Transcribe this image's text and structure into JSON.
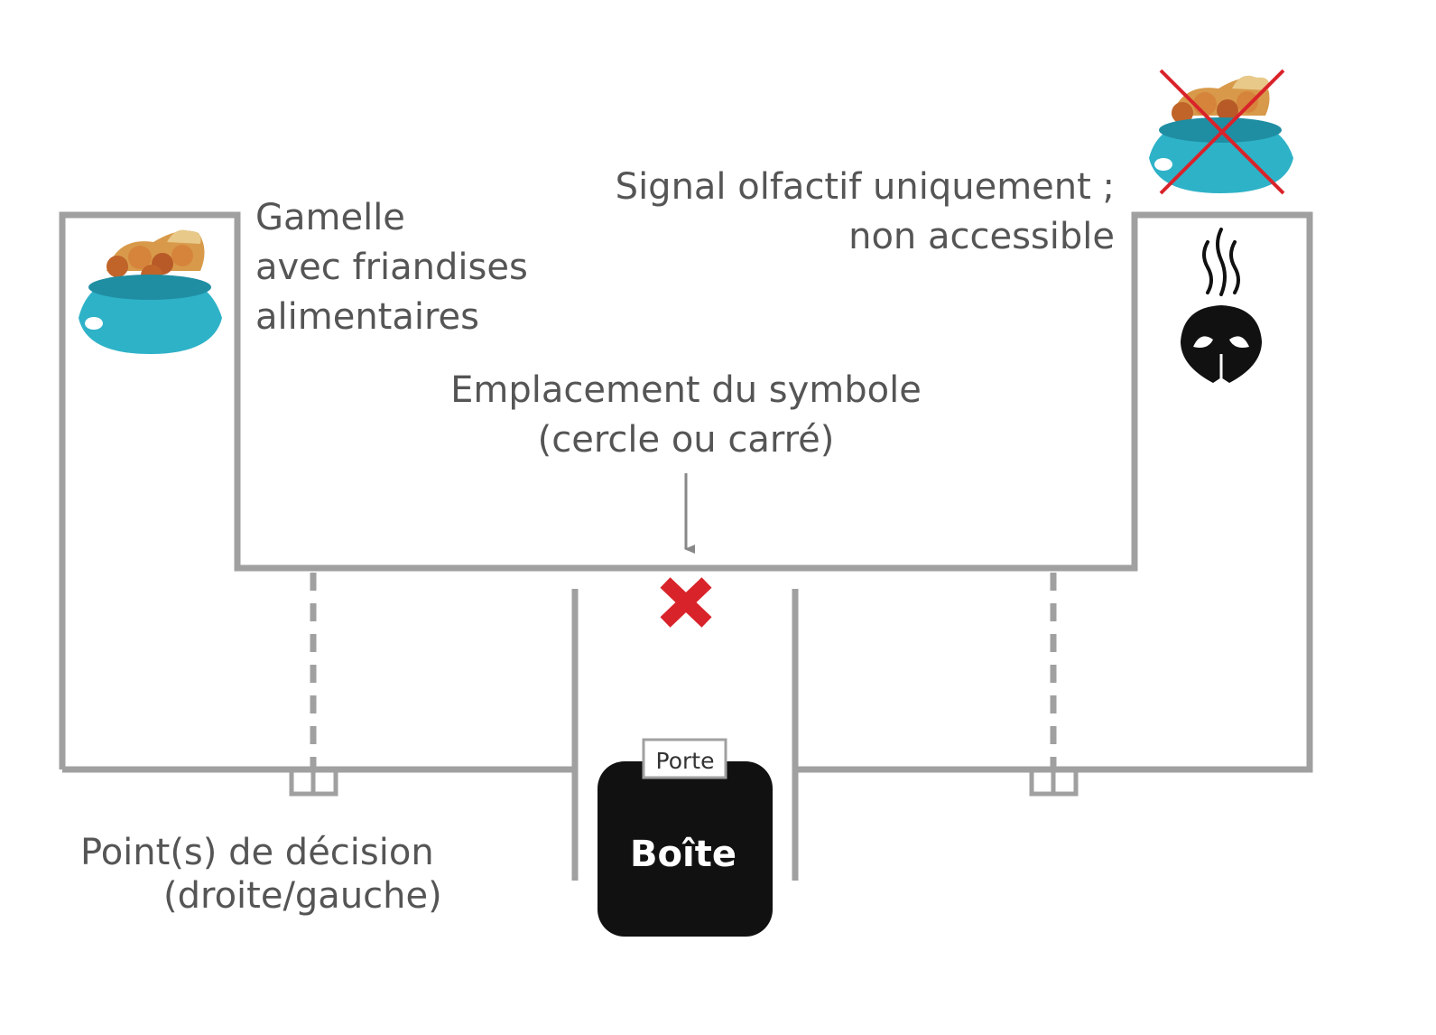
{
  "labels": {
    "bowl_food": [
      "Gamelle",
      "avec friandises",
      "alimentaires"
    ],
    "olfactory": [
      "Signal olfactif uniquement ;",
      "non accessible"
    ],
    "symbol_location": [
      "Emplacement du symbole",
      "(cercle ou carré)"
    ],
    "decision_points": [
      "Point(s) de décision",
      "(droite/gauche)"
    ],
    "door": "Porte",
    "box": "Boîte"
  },
  "colors": {
    "wall": "#a0a0a0",
    "text": "#555555",
    "box": "#111111",
    "bowl": "#2eb2c8",
    "cross": "#d9232a",
    "nose": "#111111"
  },
  "icons": [
    "food-bowl-icon",
    "crossed-food-bowl-icon",
    "smell-waves-icon",
    "dog-nose-icon",
    "red-x-icon"
  ]
}
